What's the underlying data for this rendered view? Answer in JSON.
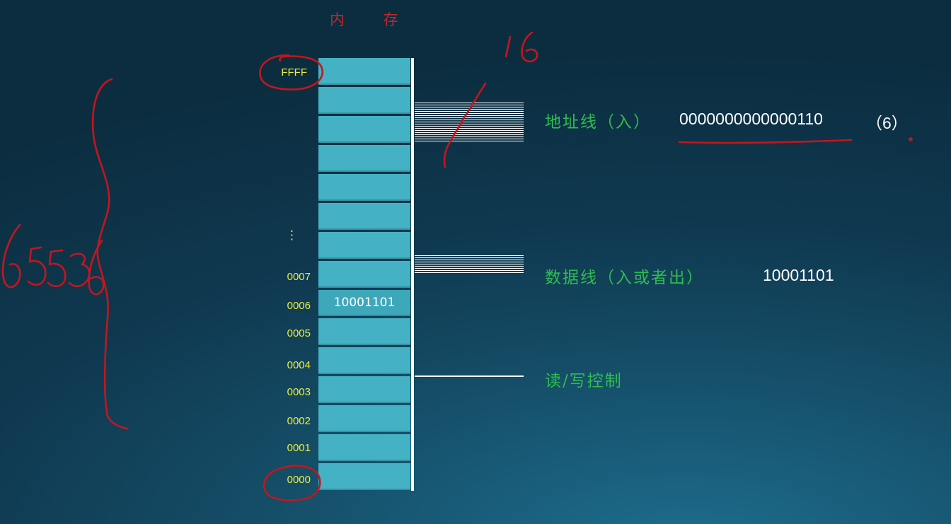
{
  "memory": {
    "title": "内 存",
    "cells": [
      {
        "addr": "FFFF",
        "value": ""
      },
      {
        "addr": "",
        "value": ""
      },
      {
        "addr": "",
        "value": ""
      },
      {
        "addr": "",
        "value": ""
      },
      {
        "addr": "",
        "value": ""
      },
      {
        "addr": "",
        "value": ""
      },
      {
        "addr": "",
        "value": ""
      },
      {
        "addr": "0007",
        "value": ""
      },
      {
        "addr": "0006",
        "value": "10001101"
      },
      {
        "addr": "0005",
        "value": ""
      },
      {
        "addr": "0004",
        "value": ""
      },
      {
        "addr": "0003",
        "value": ""
      },
      {
        "addr": "0002",
        "value": ""
      },
      {
        "addr": "0001",
        "value": ""
      },
      {
        "addr": "0000",
        "value": ""
      }
    ],
    "ellipsis": "⋮"
  },
  "buses": {
    "address": {
      "label": "地址线（入）",
      "value": "0000000000000110",
      "decimal": "（6）"
    },
    "data": {
      "label": "数据线（入或者出）",
      "value": "10001101"
    },
    "control": {
      "label": "读/写控制"
    }
  },
  "annotations": {
    "address_width": "16",
    "total_cells": "65536"
  },
  "colors": {
    "cell": "#44b1c4",
    "address_text": "#ecef3a",
    "label_text": "#2fbd4f",
    "title_text": "#c3262a",
    "ink": "#c4161c"
  }
}
